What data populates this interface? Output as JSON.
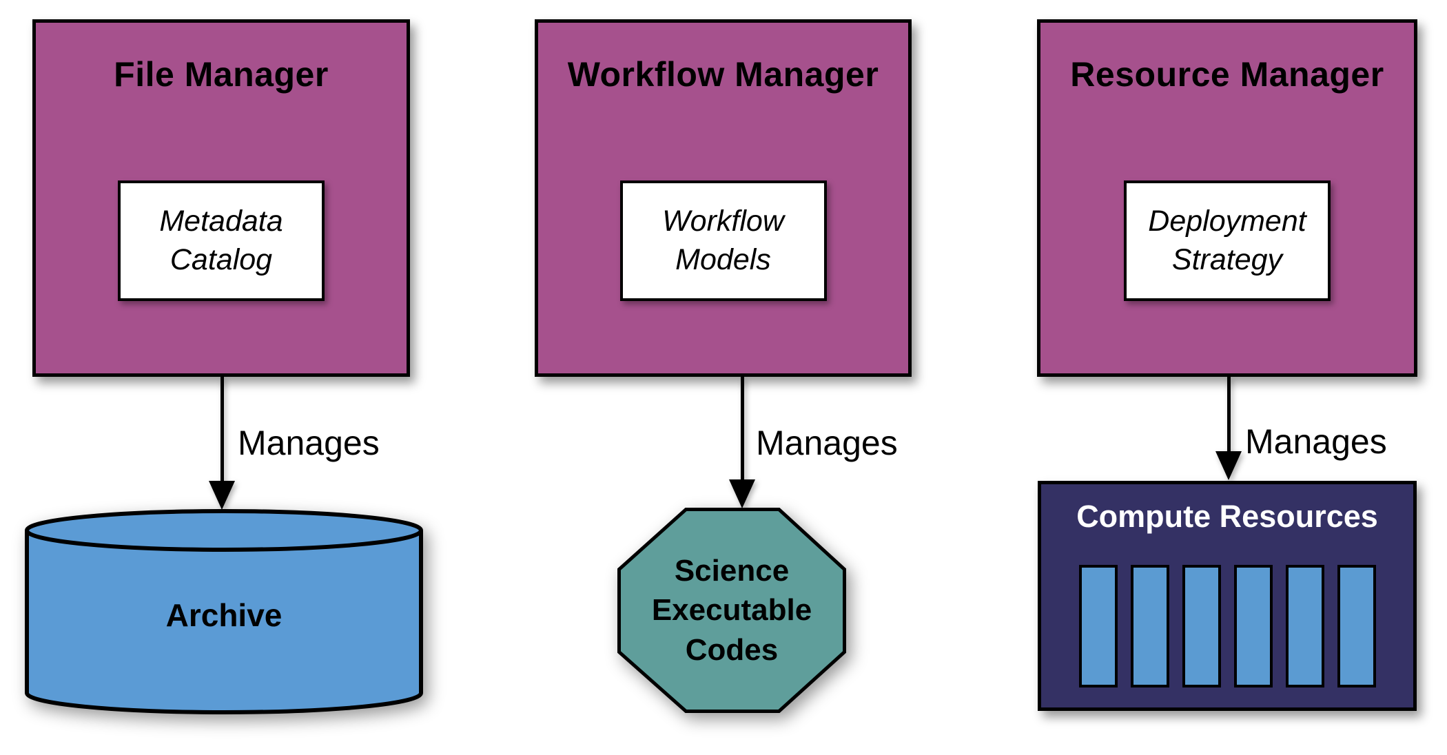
{
  "colors": {
    "manager-fill": "#A6518D",
    "archive-fill": "#5B9BD5",
    "octagon-fill": "#5F9E9B",
    "server-fill": "#343164",
    "server-bar-fill": "#5B9BD2",
    "outline": "#000000",
    "inner-fill": "#FFFFFF",
    "canvas-bg": "#FFFFFF",
    "text": "#000000",
    "server-title-text": "#FFFFFF"
  },
  "diagram": {
    "columns": [
      {
        "manager_title": "File Manager",
        "component_label": "Metadata\nCatalog",
        "edge_label": "Manages",
        "target_shape": "cylinder",
        "target_label": "Archive"
      },
      {
        "manager_title": "Workflow Manager",
        "component_label": "Workflow\nModels",
        "edge_label": "Manages",
        "target_shape": "octagon",
        "target_label": "Science\nExecutable\nCodes"
      },
      {
        "manager_title": "Resource Manager",
        "component_label": "Deployment\nStrategy",
        "edge_label": "Manages",
        "target_shape": "server-box",
        "target_label": "Compute Resources",
        "server_bar_count": 6
      }
    ]
  }
}
